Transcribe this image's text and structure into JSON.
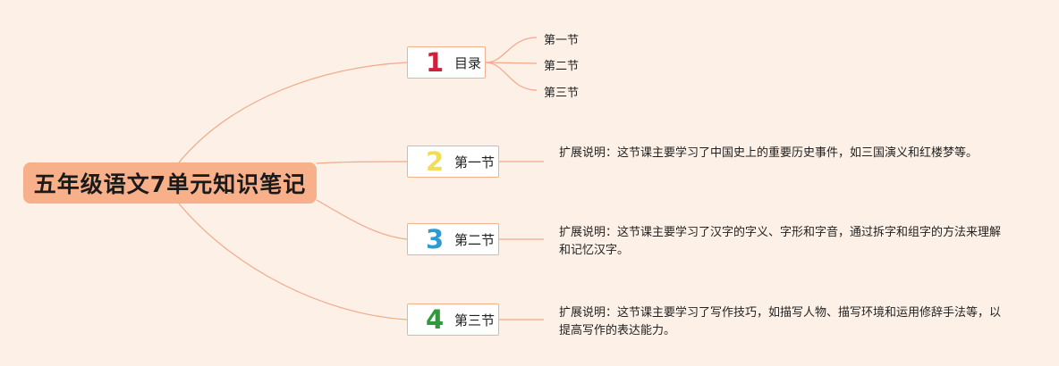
{
  "root": {
    "title": "五年级语文7单元知识笔记"
  },
  "branches": [
    {
      "number": "1",
      "color": "#d0203a",
      "label": "目录",
      "children": [
        "第一节",
        "第二节",
        "第三节"
      ]
    },
    {
      "number": "2",
      "color": "#f2dc5a",
      "label": "第一节",
      "description": "扩展说明：这节课主要学习了中国史上的重要历史事件，如三国演义和红楼梦等。"
    },
    {
      "number": "3",
      "color": "#2a9bd6",
      "label": "第二节",
      "description": "扩展说明：这节课主要学习了汉字的字义、字形和字音，通过拆字和组字的方法来理解和记忆汉字。"
    },
    {
      "number": "4",
      "color": "#2e9a3a",
      "label": "第三节",
      "description": "扩展说明：这节课主要学习了写作技巧，如描写人物、描写环境和运用修辞手法等，以提高写作的表达能力。"
    }
  ],
  "colors": {
    "background": "#fdf0e6",
    "root_fill": "#f7b08a",
    "connector": "#f2a98a"
  }
}
